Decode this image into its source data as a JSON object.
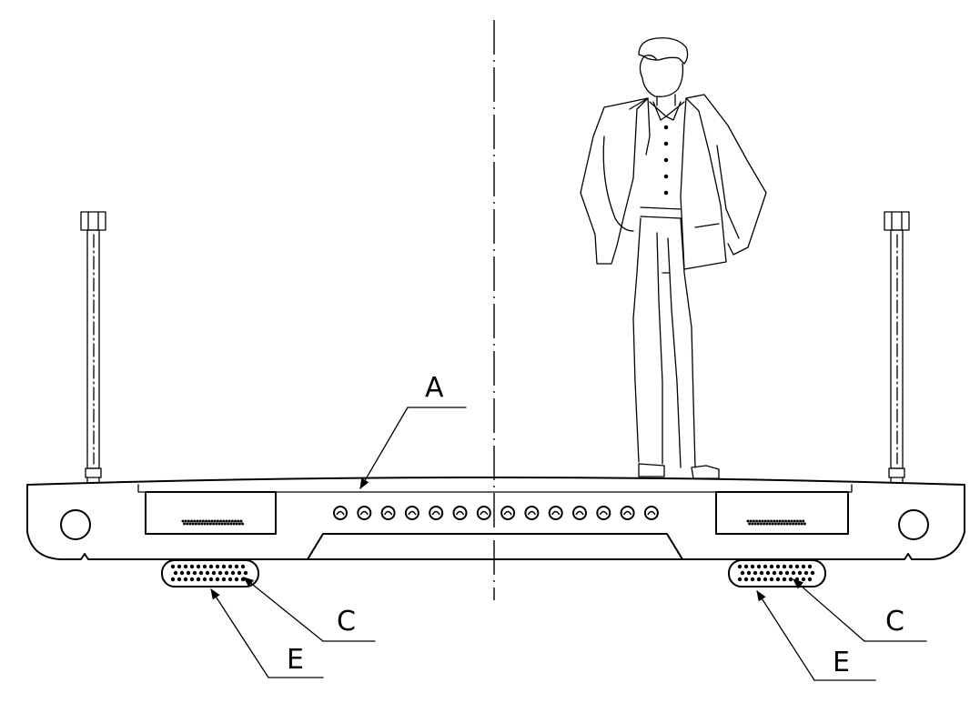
{
  "labels": {
    "anchorage": "A",
    "pad_left": "C",
    "pad_right": "C",
    "tendon_left": "E",
    "tendon_right": "E"
  }
}
